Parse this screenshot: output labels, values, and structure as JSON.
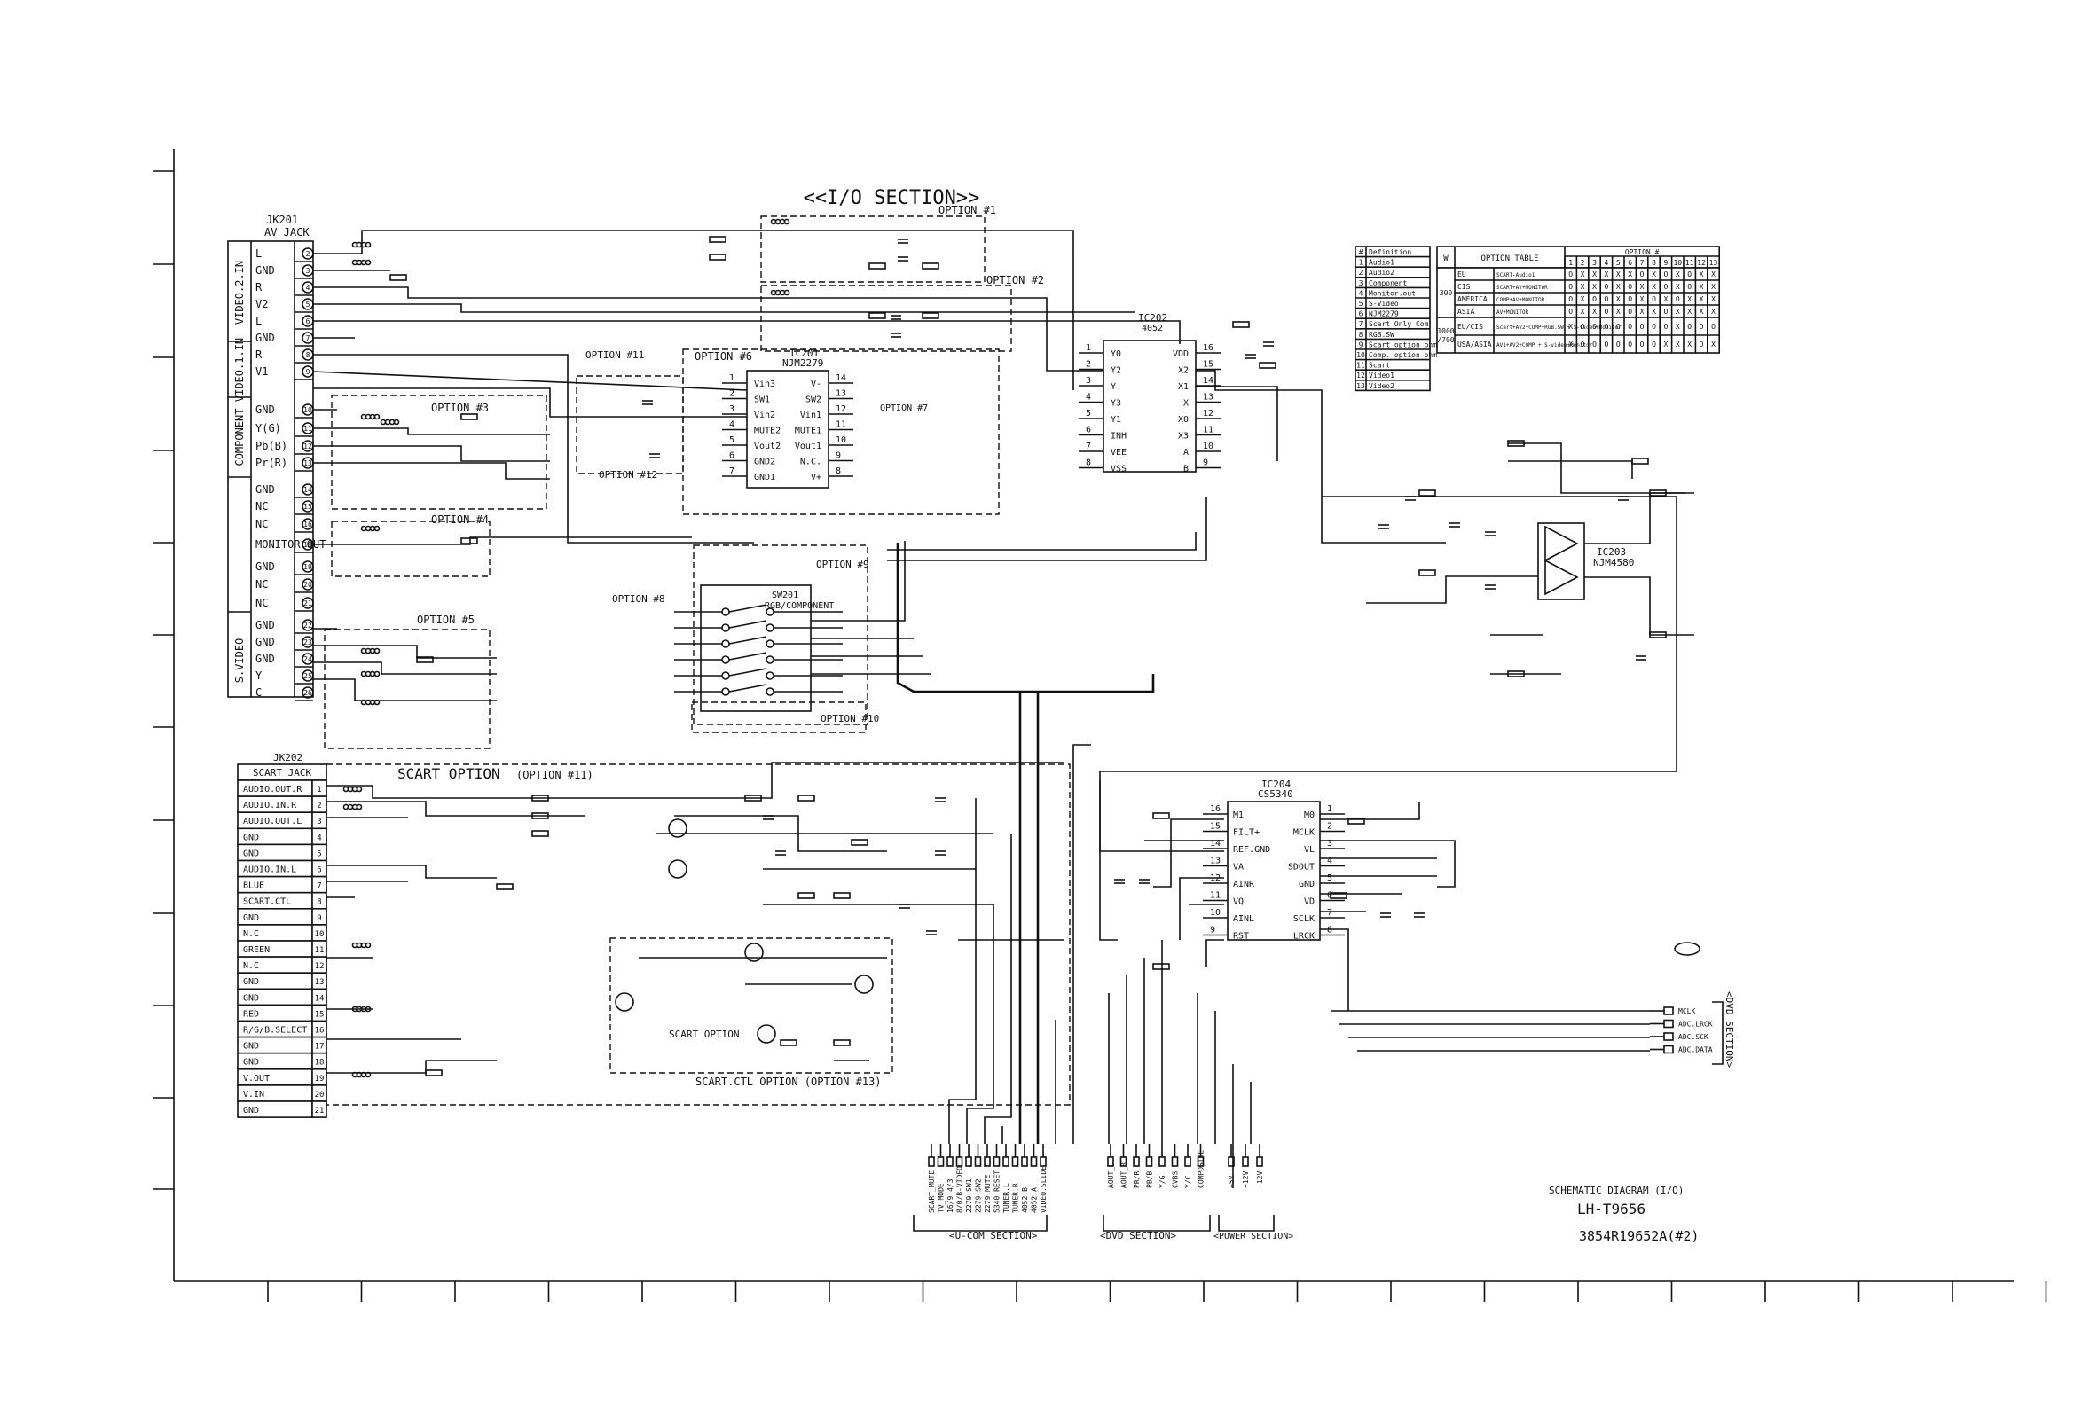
{
  "section_title": "<<I/O SECTION>>",
  "av_jack": {
    "ref": "JK201",
    "name": "AV JACK",
    "groups": [
      "VIDEO.2.IN",
      "VIDEO.1.IN",
      "COMPONENT",
      "S.VIDEO"
    ],
    "pins": [
      {
        "label": "L",
        "num": "2"
      },
      {
        "label": "GND",
        "num": "3"
      },
      {
        "label": "R",
        "num": "4"
      },
      {
        "label": "V2",
        "num": "5"
      },
      {
        "label": "L",
        "num": "6"
      },
      {
        "label": "GND",
        "num": "7"
      },
      {
        "label": "R",
        "num": "8"
      },
      {
        "label": "V1",
        "num": "9"
      },
      {
        "label": "GND",
        "num": "10"
      },
      {
        "label": "Y(G)",
        "num": "11"
      },
      {
        "label": "Pb(B)",
        "num": "12"
      },
      {
        "label": "Pr(R)",
        "num": "13"
      },
      {
        "label": "GND",
        "num": "14"
      },
      {
        "label": "NC",
        "num": "15"
      },
      {
        "label": "NC",
        "num": "16"
      },
      {
        "label": "MONITOR.OUT",
        "num": "18"
      },
      {
        "label": "GND",
        "num": "19"
      },
      {
        "label": "NC",
        "num": "20"
      },
      {
        "label": "NC",
        "num": "21"
      },
      {
        "label": "GND",
        "num": "22"
      },
      {
        "label": "GND",
        "num": "23"
      },
      {
        "label": "GND",
        "num": "24"
      },
      {
        "label": "Y",
        "num": "25"
      },
      {
        "label": "C",
        "num": "26"
      }
    ]
  },
  "scart_jack": {
    "ref": "JK202",
    "name": "SCART JACK",
    "pins": [
      {
        "label": "AUDIO.OUT.R",
        "num": "1"
      },
      {
        "label": "AUDIO.IN.R",
        "num": "2"
      },
      {
        "label": "AUDIO.OUT.L",
        "num": "3"
      },
      {
        "label": "GND",
        "num": "4"
      },
      {
        "label": "GND",
        "num": "5"
      },
      {
        "label": "AUDIO.IN.L",
        "num": "6"
      },
      {
        "label": "BLUE",
        "num": "7"
      },
      {
        "label": "SCART.CTL",
        "num": "8"
      },
      {
        "label": "GND",
        "num": "9"
      },
      {
        "label": "N.C",
        "num": "10"
      },
      {
        "label": "GREEN",
        "num": "11"
      },
      {
        "label": "N.C",
        "num": "12"
      },
      {
        "label": "GND",
        "num": "13"
      },
      {
        "label": "GND",
        "num": "14"
      },
      {
        "label": "RED",
        "num": "15"
      },
      {
        "label": "R/G/B.SELECT",
        "num": "16"
      },
      {
        "label": "GND",
        "num": "17"
      },
      {
        "label": "GND",
        "num": "18"
      },
      {
        "label": "V.OUT",
        "num": "19"
      },
      {
        "label": "V.IN",
        "num": "20"
      },
      {
        "label": "GND",
        "num": "21"
      }
    ]
  },
  "options": {
    "o1": "OPTION #1",
    "o2": "OPTION #2",
    "o3": "OPTION #3",
    "o4": "OPTION #4",
    "o5": "OPTION #5",
    "o6": "OPTION #6",
    "o7": "OPTION #7",
    "o8": "OPTION #8",
    "o9": "OPTION #9",
    "o10": "OPTION #10",
    "o11a": "OPTION #11",
    "o12": "OPTION #12",
    "scart_option": "SCART OPTION",
    "scart_option_11": "(OPTION #11)",
    "scart_ctl_option": "SCART.CTL OPTION (OPTION #13)",
    "scart_option_inner": "SCART OPTION"
  },
  "ic201": {
    "ref": "IC201",
    "part": "NJM2279",
    "left_pins": [
      {
        "num": "1",
        "name": "Vin3"
      },
      {
        "num": "2",
        "name": "SW1"
      },
      {
        "num": "3",
        "name": "Vin2"
      },
      {
        "num": "4",
        "name": "MUTE2"
      },
      {
        "num": "5",
        "name": "Vout2"
      },
      {
        "num": "6",
        "name": "GND2"
      },
      {
        "num": "7",
        "name": "GND1"
      }
    ],
    "right_pins": [
      {
        "num": "14",
        "name": "V-"
      },
      {
        "num": "13",
        "name": "SW2"
      },
      {
        "num": "12",
        "name": "Vin1"
      },
      {
        "num": "11",
        "name": "MUTE1"
      },
      {
        "num": "10",
        "name": "Vout1"
      },
      {
        "num": "9",
        "name": "N.C."
      },
      {
        "num": "8",
        "name": "V+"
      }
    ]
  },
  "ic202": {
    "ref": "IC202",
    "part": "4052",
    "left_pins": [
      {
        "num": "1",
        "name": "Y0"
      },
      {
        "num": "2",
        "name": "Y2"
      },
      {
        "num": "3",
        "name": "Y"
      },
      {
        "num": "4",
        "name": "Y3"
      },
      {
        "num": "5",
        "name": "Y1"
      },
      {
        "num": "6",
        "name": "INH"
      },
      {
        "num": "7",
        "name": "VEE"
      },
      {
        "num": "8",
        "name": "VSS"
      }
    ],
    "right_pins": [
      {
        "num": "16",
        "name": "VDD"
      },
      {
        "num": "15",
        "name": "X2"
      },
      {
        "num": "14",
        "name": "X1"
      },
      {
        "num": "13",
        "name": "X"
      },
      {
        "num": "12",
        "name": "X0"
      },
      {
        "num": "11",
        "name": "X3"
      },
      {
        "num": "10",
        "name": "A"
      },
      {
        "num": "9",
        "name": "B"
      }
    ]
  },
  "ic204": {
    "ref": "IC204",
    "part": "CS5340",
    "left_pins": [
      {
        "num": "16",
        "name": "M1"
      },
      {
        "num": "15",
        "name": "FILT+"
      },
      {
        "num": "14",
        "name": "REF.GND"
      },
      {
        "num": "13",
        "name": "VA"
      },
      {
        "num": "12",
        "name": "AINR"
      },
      {
        "num": "11",
        "name": "VQ"
      },
      {
        "num": "10",
        "name": "AINL"
      },
      {
        "num": "9",
        "name": "RST"
      }
    ],
    "right_pins": [
      {
        "num": "1",
        "name": "M0"
      },
      {
        "num": "2",
        "name": "MCLK"
      },
      {
        "num": "3",
        "name": "VL"
      },
      {
        "num": "4",
        "name": "SDOUT"
      },
      {
        "num": "5",
        "name": "GND"
      },
      {
        "num": "6",
        "name": "VD"
      },
      {
        "num": "7",
        "name": "SCLK"
      },
      {
        "num": "8",
        "name": "LRCK"
      }
    ]
  },
  "ic203": {
    "ref": "IC203",
    "part": "NJM4580"
  },
  "sw201": {
    "ref": "SW201",
    "name": "RGB/COMPONENT"
  },
  "definition_table": {
    "headers": [
      "#",
      "Definition"
    ],
    "rows": [
      [
        "1",
        "Audio1"
      ],
      [
        "2",
        "Audio2"
      ],
      [
        "3",
        "Component"
      ],
      [
        "4",
        "Monitor.out"
      ],
      [
        "5",
        "S-Video"
      ],
      [
        "6",
        "NJM2279"
      ],
      [
        "7",
        "Scart Only Com"
      ],
      [
        "8",
        "RGB.SW"
      ],
      [
        "9",
        "Scart option ohm"
      ],
      [
        "10",
        "Comp. option ohm"
      ],
      [
        "11",
        "Scart"
      ],
      [
        "12",
        "Video1"
      ],
      [
        "13",
        "Video2"
      ]
    ]
  },
  "option_table": {
    "col_w": "W",
    "col_title": "OPTION TABLE",
    "col_opt": "OPTION #",
    "option_numbers": [
      "1",
      "2",
      "3",
      "4",
      "5",
      "6",
      "7",
      "8",
      "9",
      "10",
      "11",
      "12",
      "13"
    ],
    "groups": [
      {
        "w": "300",
        "rows": [
          {
            "region": "EU",
            "desc": "SCART-Audio1",
            "marks": [
              "O",
              "X",
              "X",
              "X",
              "X",
              "X",
              "O",
              "X",
              "O",
              "X",
              "O",
              "X",
              "X"
            ]
          },
          {
            "region": "CIS",
            "desc": "SCART+AV+MONITOR",
            "marks": [
              "O",
              "X",
              "X",
              "O",
              "X",
              "O",
              "X",
              "X",
              "O",
              "X",
              "O",
              "X",
              "X"
            ]
          },
          {
            "region": "AMERICA",
            "desc": "COMP+AV+MONITOR",
            "marks": [
              "O",
              "X",
              "O",
              "O",
              "X",
              "O",
              "X",
              "O",
              "X",
              "O",
              "X",
              "X",
              "X"
            ]
          },
          {
            "region": "ASIA",
            "desc": "AV+MONITOR",
            "marks": [
              "O",
              "X",
              "X",
              "O",
              "X",
              "O",
              "X",
              "X",
              "O",
              "X",
              "X",
              "X",
              "X"
            ]
          }
        ]
      },
      {
        "w": "1000 /700",
        "rows": [
          {
            "region": "EU/CIS",
            "desc": "Scart+AV2+COMP+RGB.SW + S-video+Monitor",
            "marks": [
              "X",
              "O",
              "O",
              "O",
              "O",
              "O",
              "O",
              "O",
              "O",
              "X",
              "O",
              "O",
              "O"
            ]
          },
          {
            "region": "USA/ASIA",
            "desc": "AV1+AV2+COMP + S-video+Monitor",
            "marks": [
              "X",
              "O",
              "O",
              "O",
              "O",
              "O",
              "O",
              "O",
              "X",
              "X",
              "X",
              "O",
              "X"
            ]
          }
        ]
      }
    ]
  },
  "connectors": {
    "ucom": {
      "label": "<U-COM SECTION>",
      "pins": [
        "SCART_MUTE",
        "TV_MODE",
        "16/9_4/3",
        "8/0/B-VIDEO",
        "2279.SW1",
        "2279.SW2",
        "2279.MUTE",
        "5340_RESET",
        "TUNER.L",
        "TUNER.R",
        "4052.B",
        "4052.A",
        "VIDEO.SLIDE"
      ]
    },
    "dvd": {
      "label": "<DVD SECTION>",
      "pins": [
        "AOUT_L",
        "AOUT_R",
        "PR/R",
        "PB/B",
        "Y/G",
        "CVBS",
        "Y/C",
        "COMPOSITE"
      ]
    },
    "power": {
      "label": "<POWER SECTION>",
      "pins": [
        "+5V",
        "+12V",
        "-12V"
      ]
    },
    "dvd_right": {
      "label": "<DVD SECTION>",
      "pins": [
        "MCLK",
        "ADC.LRCK",
        "ADC.SCK",
        "ADC.DATA"
      ]
    }
  },
  "title_block": {
    "title": "SCHEMATIC DIAGRAM (I/O)",
    "model": "LH-T9656",
    "docnum": "3854R19652A(#2)"
  }
}
